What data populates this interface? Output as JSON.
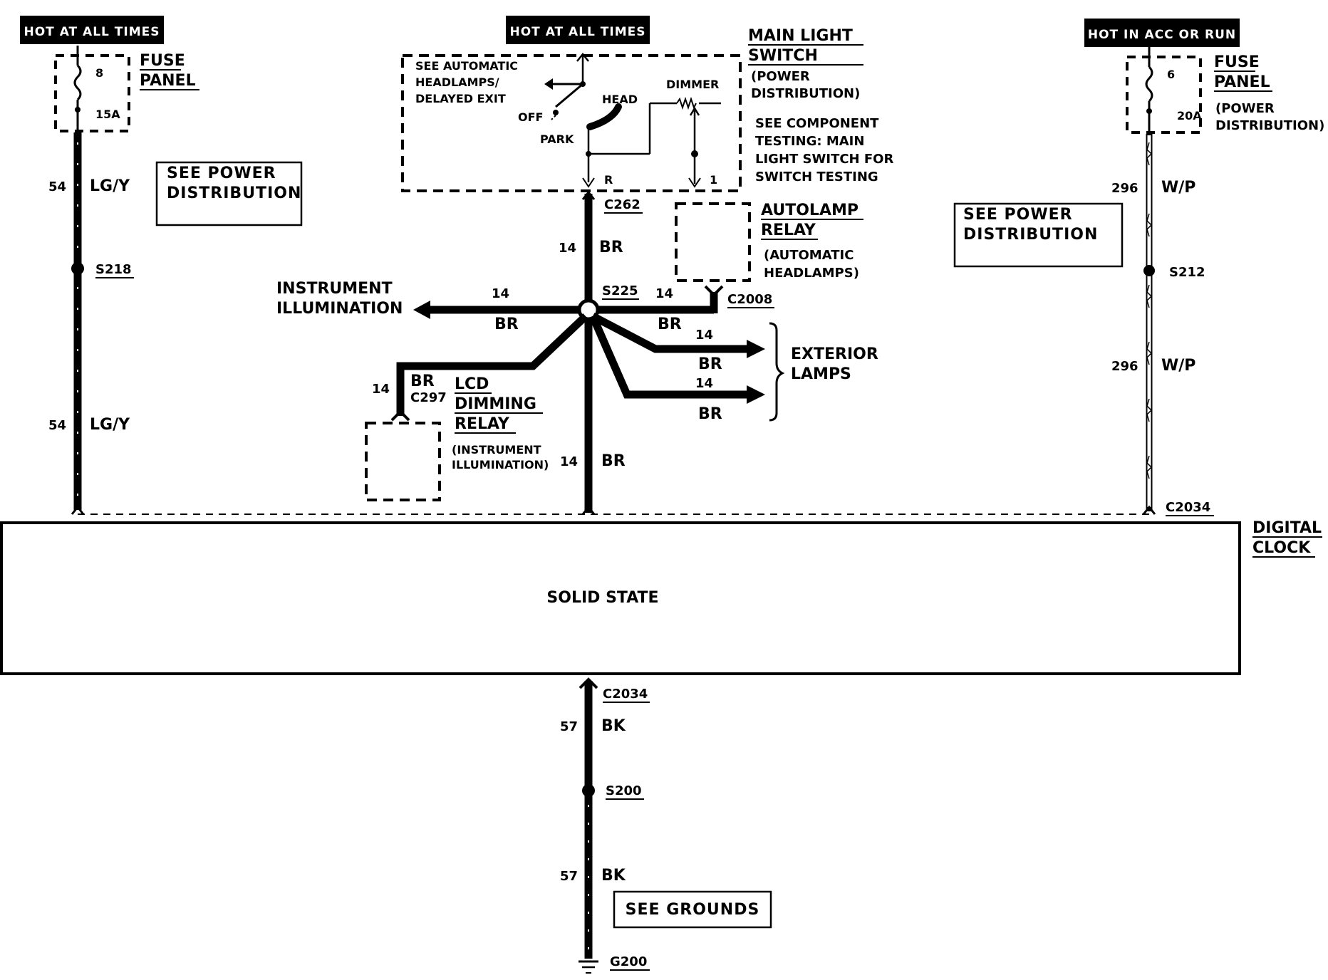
{
  "headers": {
    "left": "HOT AT ALL TIMES",
    "center": "HOT AT ALL TIMES",
    "right": "HOT IN ACC OR RUN"
  },
  "left_fuse": {
    "number": "8",
    "rating": "15A",
    "label1": "FUSE",
    "label2": "PANEL"
  },
  "right_fuse": {
    "number": "6",
    "rating": "20A",
    "label1": "FUSE",
    "label2": "PANEL",
    "sub1": "(POWER",
    "sub2": "DISTRIBUTION)"
  },
  "left_circuit": {
    "gauge_top": "54",
    "color_top": "LG/Y",
    "splice": "S218",
    "gauge_bottom": "54",
    "color_bottom": "LG/Y",
    "ref1": "SEE POWER",
    "ref2": "DISTRIBUTION"
  },
  "right_circuit": {
    "gauge_top": "296",
    "color_top": "W/P",
    "splice": "S212",
    "gauge_bottom": "296",
    "color_bottom": "W/P",
    "connector": "C2034",
    "ref1": "SEE POWER",
    "ref2": "DISTRIBUTION"
  },
  "main_switch": {
    "title1": "MAIN LIGHT",
    "title2": "SWITCH",
    "sub1": "(POWER",
    "sub2": "DISTRIBUTION)",
    "note1": "SEE COMPONENT",
    "note2": "TESTING: MAIN",
    "note3": "LIGHT SWITCH FOR",
    "note4": "SWITCH TESTING",
    "auto1": "SEE AUTOMATIC",
    "auto2": "HEADLAMPS/",
    "auto3": "DELAYED EXIT",
    "off": "OFF",
    "head": "HEAD",
    "park": "PARK",
    "dimmer": "DIMMER",
    "pin_r": "R",
    "pin_1": "1"
  },
  "center_circuit": {
    "connector_top": "C262",
    "gauge1": "14",
    "color1": "BR",
    "splice": "S225",
    "gauge_down": "14",
    "color_down": "BR"
  },
  "autolamp": {
    "title1": "AUTOLAMP",
    "title2": "RELAY",
    "sub1": "(AUTOMATIC",
    "sub2": "HEADLAMPS)",
    "connector": "C2008",
    "gauge": "14",
    "color": "BR"
  },
  "instrument": {
    "label1": "INSTRUMENT",
    "label2": "ILLUMINATION",
    "gauge": "14",
    "color": "BR"
  },
  "lcd_relay": {
    "gauge": "14",
    "color": "BR",
    "connector": "C297",
    "title1": "LCD",
    "title2": "DIMMING",
    "title3": "RELAY",
    "sub1": "(INSTRUMENT",
    "sub2": "ILLUMINATION)"
  },
  "exterior": {
    "label1": "EXTERIOR",
    "label2": "LAMPS",
    "gauge1": "14",
    "color1": "BR",
    "gauge2": "14",
    "color2": "BR"
  },
  "clock": {
    "name1": "DIGITAL",
    "name2": "CLOCK",
    "body": "SOLID STATE"
  },
  "ground_circuit": {
    "connector": "C2034",
    "gauge_top": "57",
    "color_top": "BK",
    "splice": "S200",
    "gauge_bottom": "57",
    "color_bottom": "BK",
    "ref": "SEE GROUNDS",
    "ground": "G200"
  }
}
